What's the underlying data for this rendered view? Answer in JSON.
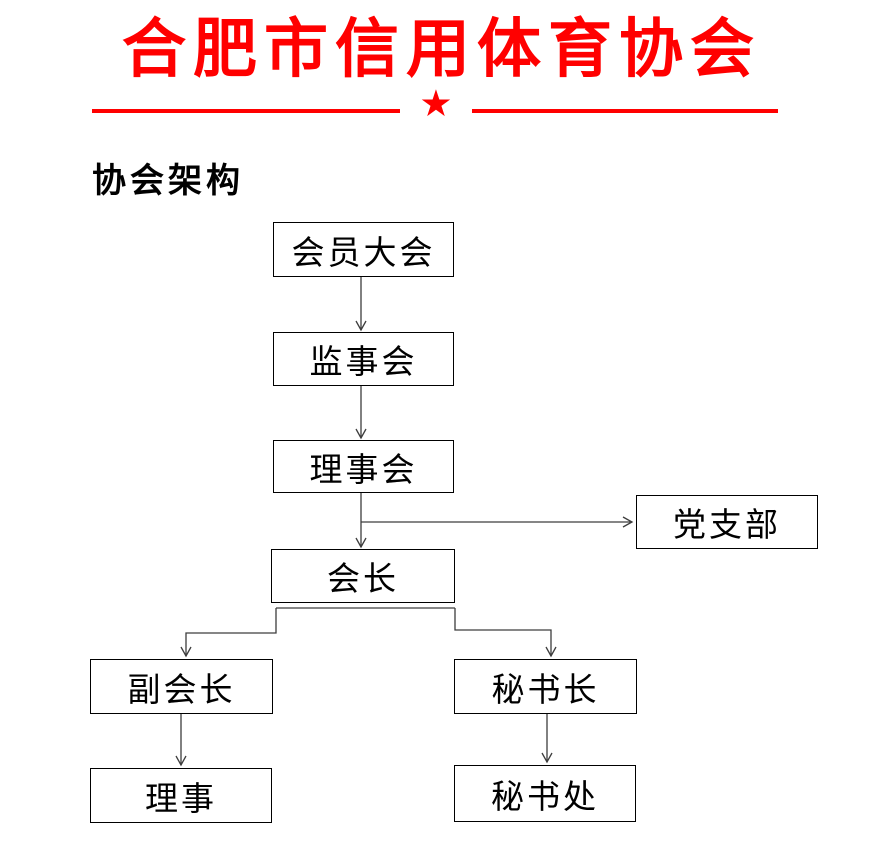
{
  "page": {
    "title": "合肥市信用体育协会",
    "star_icon": "★",
    "section_heading": "协会架构",
    "accent_color": "#FF0000",
    "line_color": "#3d3d3d",
    "box_border_color": "#000000"
  },
  "org_chart": {
    "nodes": [
      {
        "id": "members-assembly",
        "label": "会员大会"
      },
      {
        "id": "supervisory-board",
        "label": "监事会"
      },
      {
        "id": "council",
        "label": "理事会"
      },
      {
        "id": "party-branch",
        "label": "党支部"
      },
      {
        "id": "president",
        "label": "会长"
      },
      {
        "id": "vice-president",
        "label": "副会长"
      },
      {
        "id": "secretary-general",
        "label": "秘书长"
      },
      {
        "id": "director",
        "label": "理事"
      },
      {
        "id": "secretariat",
        "label": "秘书处"
      }
    ],
    "edges": [
      {
        "from": "会员大会",
        "to": "监事会"
      },
      {
        "from": "监事会",
        "to": "理事会"
      },
      {
        "from": "理事会",
        "to": "会长"
      },
      {
        "from": "理事会",
        "to": "党支部"
      },
      {
        "from": "会长",
        "to": "副会长"
      },
      {
        "from": "会长",
        "to": "秘书长"
      },
      {
        "from": "副会长",
        "to": "理事"
      },
      {
        "from": "秘书长",
        "to": "秘书处"
      }
    ]
  }
}
